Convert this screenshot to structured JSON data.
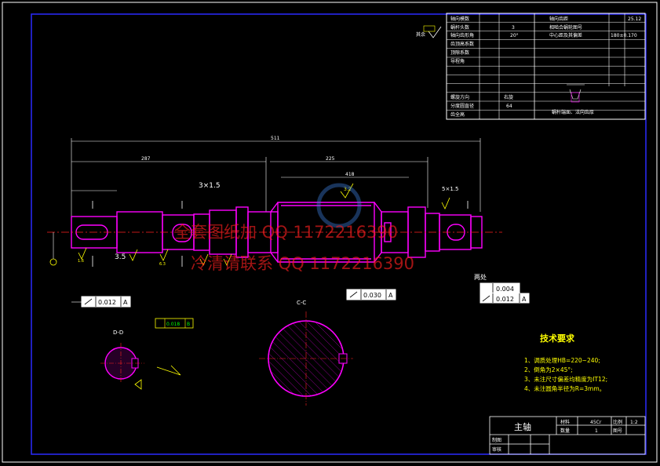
{
  "param_table": {
    "rows": [
      {
        "left": "轴向模数",
        "right": "轴向齿距",
        "right_value": "25.12"
      },
      {
        "left": "蜗杆头数",
        "left_value": "3",
        "right": "相啮合蜗轮图号"
      },
      {
        "left": "轴向齿形角",
        "left_value": "20°",
        "right": "中心距及其偏差",
        "right_value": "180±0.170"
      },
      {
        "left": "齿顶高系数"
      },
      {
        "left": "顶隙系数"
      },
      {
        "left": "导程角"
      },
      {
        "left": "螺旋方向",
        "left_value": "右旋"
      },
      {
        "left": "分度圆直径",
        "left_value": "64"
      },
      {
        "left": "齿全高"
      }
    ],
    "note": "蜗杆端面、法向齿厚"
  },
  "dims": {
    "overall": "511",
    "left_span": "287",
    "right_span": "225",
    "middle": "418",
    "chamfer1": "3×1.5",
    "chamfer2": "5×1.5",
    "step": "3.5"
  },
  "tolerances": {
    "left_runout": "0.012",
    "left_datum": "A",
    "mid_runout": "0.030",
    "mid_datum": "A",
    "right_cyl": "0.004",
    "right_runout": "0.012",
    "right_datum": "A",
    "key_sym": "0.018",
    "key_datum": "B"
  },
  "labels": {
    "both_ends": "两处",
    "section_dd": "D-D",
    "section_cc": "C-C",
    "roughness_32": "3.2",
    "roughness_16": "1.6",
    "roughness_63": "6.3",
    "other": "其余"
  },
  "watermark": {
    "line1": "全套图纸加 QQ 1172216390",
    "line2": "冷清请联系  QQ  1172216390"
  },
  "tech_req": {
    "title": "技术要求",
    "items": [
      "1、调质处理HB=220~240;",
      "2、倒角为2×45°;",
      "3、未注尺寸偏差均精度为IT12;",
      "4、未注圆角半径为R=3mm。"
    ]
  },
  "title_block": {
    "name": "主轴",
    "material_label": "材料",
    "material": "45Cr",
    "scale_label": "比例",
    "scale": "1:2",
    "qty_label": "数量",
    "qty": "1",
    "drawing_no_label": "图号",
    "drawn_label": "制图",
    "checked_label": "审核"
  },
  "colors": {
    "border": "#2a2aff",
    "line": "#ffffff",
    "part": "#ff00ff",
    "dim": "#2a2aff",
    "roughness": "#ffff00",
    "watermark": "#ff2020",
    "text": "#ffffff"
  }
}
